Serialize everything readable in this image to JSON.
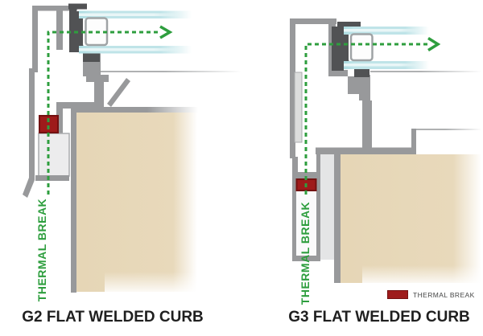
{
  "colors": {
    "background": "#FFFFFF",
    "accent_green": "#2E9E3E",
    "thermal_break_red": "#9E1B1B",
    "thermal_break_red_border": "#731111",
    "metal_gray": "#98999B",
    "metal_dark": "#515254",
    "metal_light": "#DCDDDD",
    "panel_light": "#ECECED",
    "glass_cyan": "#BFE4E8",
    "glass_highlight": "#E9F6F7",
    "curb_tan": "#E6D6B6",
    "title_color": "#1F1F1F",
    "legend_text_color": "#454646"
  },
  "diagrams": [
    {
      "id": "g2",
      "title": "G2 FLAT WELDED CURB",
      "thermal_break_label": "THERMAL BREAK",
      "thermal_path": {
        "style": "dashed",
        "direction": "right"
      }
    },
    {
      "id": "g3",
      "title": "G3 FLAT WELDED CURB",
      "thermal_break_label": "THERMAL BREAK",
      "thermal_path": {
        "style": "dashed",
        "direction": "right"
      }
    }
  ],
  "legend": {
    "label": "THERMAL BREAK",
    "swatch_color": "#9E1B1B"
  }
}
